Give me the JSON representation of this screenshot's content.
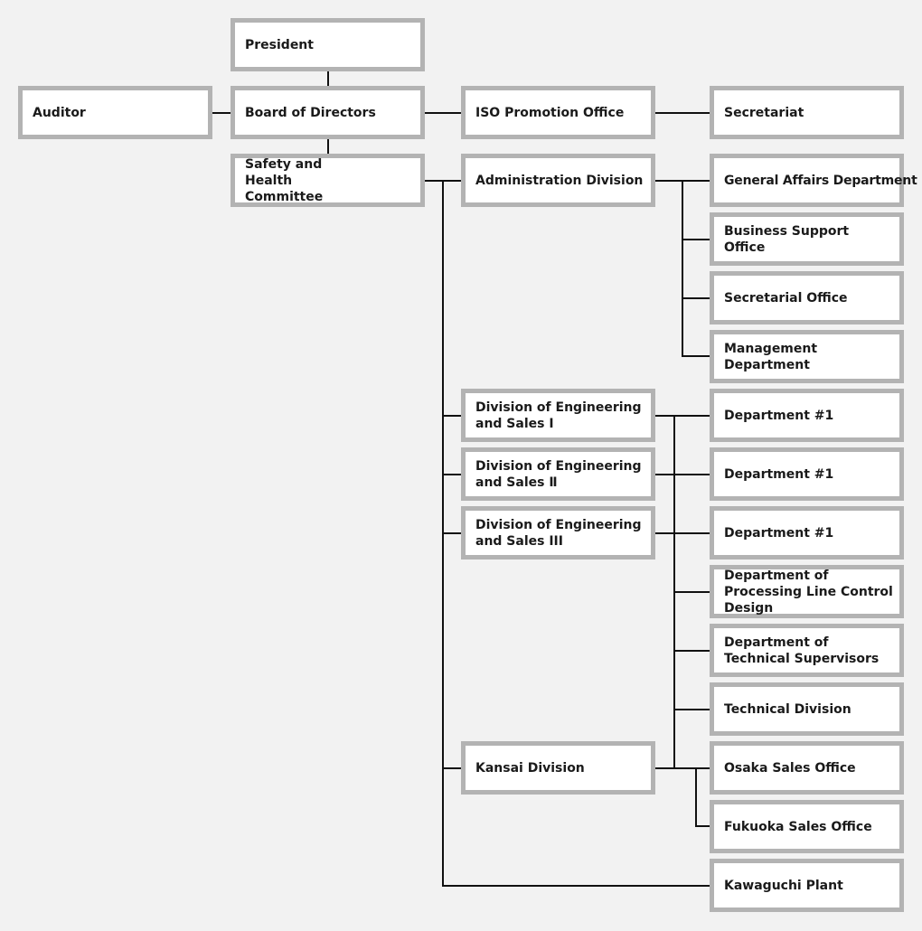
{
  "org": {
    "president": "President",
    "auditor": "Auditor",
    "board": "Board of Directors",
    "iso": "ISO Promotion Office",
    "secretariat": "Secretariat",
    "safety": "Safety and Health Committee",
    "admin": "Administration Division",
    "general_affairs": "General Affairs Department",
    "business_support": "Business Support Office",
    "secretarial_office": "Secretarial Office",
    "management": "Management Department",
    "eng_sales_1": "Division of Engineering and Sales I",
    "eng_sales_2": "Division of Engineering and Sales Ⅱ",
    "eng_sales_3": "Division of Engineering and Sales III",
    "dept1_a": "Department #1",
    "dept1_b": "Department #1",
    "dept1_c": "Department #1",
    "processing_design": "Department of Processing Line Control Design",
    "technical_supervisors": "Department of Technical Supervisors",
    "technical_division": "Technical Division",
    "kansai": "Kansai Division",
    "osaka": "Osaka Sales Office",
    "fukuoka": "Fukuoka Sales Office",
    "kawaguchi": "Kawaguchi Plant"
  }
}
